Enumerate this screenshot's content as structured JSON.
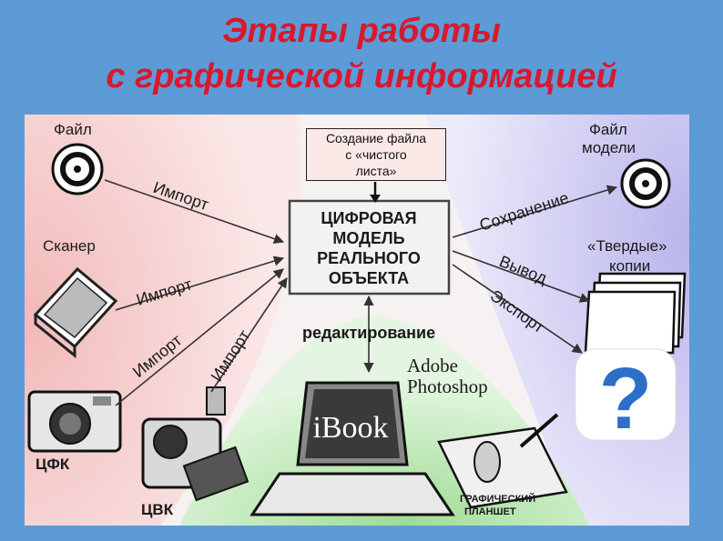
{
  "title": {
    "line1": "Этапы работы",
    "line2": "с графической информацией"
  },
  "callout": {
    "line1": "Создание файла",
    "line2": "с «чистого",
    "line3": "листа»"
  },
  "center_box": {
    "line1": "ЦИФРОВАЯ",
    "line2": "МОДЕЛЬ",
    "line3": "РЕАЛЬНОГО",
    "line4": "ОБЪЕКТА"
  },
  "sources": {
    "file": "Файл",
    "scanner": "Сканер",
    "camera": "ЦФК",
    "videocam": "ЦВК"
  },
  "arrows_in": {
    "a1": "Импорт",
    "a2": "Импорт",
    "a3": "Импорт",
    "a4": "Импорт"
  },
  "arrows_out": {
    "save": "Сохранение",
    "output": "Вывод",
    "export": "Экспорт"
  },
  "targets": {
    "model_file_1": "Файл",
    "model_file_2": "модели",
    "hard_copy_1": "«Твердые»",
    "hard_copy_2": "копии",
    "unknown": "?"
  },
  "editing": {
    "label": "редактирование",
    "app_1": "Adobe",
    "app_2": "Photoshop",
    "laptop_brand": "iBook",
    "tablet_1": "ГРАФИЧЕСКИЙ",
    "tablet_2": "ПЛАНШЕТ"
  },
  "colors": {
    "title": "#d9182d",
    "background": "#5c9bd6",
    "left_zone": "#f4c6c6",
    "right_zone": "#c9c6ee",
    "bottom_zone": "#bde8b6"
  }
}
